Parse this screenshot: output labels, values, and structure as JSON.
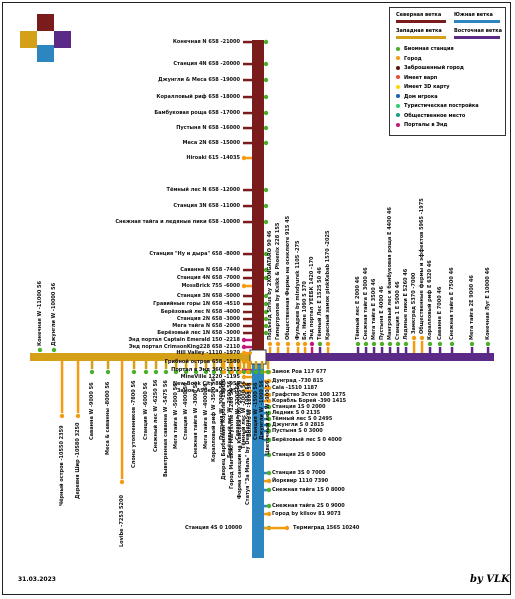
{
  "colors": {
    "north": "#7b1c1c",
    "south": "#2e86c1",
    "west": "#d4a017",
    "east": "#5b2a86",
    "station": "#4caf2a",
    "city": "#f39c12",
    "abandoned": "#5a1a0a",
    "warp": "#e74c3c",
    "d3map": "#ffd700",
    "player_home": "#1a5fb4",
    "tourist": "#2ecc71",
    "public": "#16a085",
    "end_portal": "#c2187a"
  },
  "legend": {
    "north": "Северная ветка",
    "south": "Южная ветка",
    "west": "Западная ветка",
    "east": "Восточная ветка",
    "items": [
      {
        "label": "Биомная станция",
        "color": "#4caf2a",
        "icon": "station-dot"
      },
      {
        "label": "Город",
        "color": "#f39c12",
        "icon": "city-dot"
      },
      {
        "label": "Заброшенный город",
        "color": "#5a1a0a",
        "icon": "abandoned-city-dot"
      },
      {
        "label": "Имеет варп",
        "color": "#e74c3c",
        "icon": "warp-dot"
      },
      {
        "label": "Имеет 3D карту",
        "color": "#ffd700",
        "icon": "map3d-dot"
      },
      {
        "label": "Дом игрока",
        "color": "#1a5fb4",
        "icon": "player-home-dot"
      },
      {
        "label": "Туристическая постройка",
        "color": "#2ecc71",
        "icon": "tourist-dot"
      },
      {
        "label": "Общественное место",
        "color": "#16a085",
        "icon": "public-place-dot"
      },
      {
        "label": "Порталы в Энд",
        "color": "#c2187a",
        "icon": "end-portal-dot"
      }
    ]
  },
  "north_stations": [
    "Конечная N 658 -21000",
    "Станция 4N 658 -20000",
    "Джунгли & Меса 658 -19000",
    "Коралловый риф 658 -18000",
    "Бамбуковая роща 658 -17000",
    "Пустыня N 658 -16000",
    "Меса 2N 658 -15000",
    "Hiroaki 615 -14035",
    "Тёмный лес N 658 -12000",
    "Станция 3N 658 -11000",
    "Снежная тайга и ледяные пики 658 -10000",
    "Станция \"Ну и дыра\" 658 -8000",
    "Саванна N 658 -7440",
    "Станция 4N 658 -7000",
    "MossBrick 755 -6000",
    "Станция 3N 658 -5000",
    "Гравийные горы 1N 658 -4510",
    "Берёзовый лес N 658 -4000",
    "Станция 2N 658 -3000",
    "Мега тайга N 658 -2000",
    "Берёзовый лес 1N 658 -3000",
    "Энд портал Captain Emerald 150 -2218",
    "Энд портал CrimsonKing228 658 -2110",
    "Hill Valley -1110 -1970",
    "Грибной остров 658 -1580",
    "Портал в Энд 360 -1315",
    "MineVille 1220 -1195",
    "New Book City 890 -950",
    "Замок ASBer'a -0 -255"
  ],
  "south_stations": [
    "Замок Роа 117 677",
    "Дунград -730 815",
    "Cala -1510 1187",
    "Графство Эстон 100 1275",
    "Корабль Борей -390 1415",
    "Станция 1S 0 2000",
    "Ледник S 0 2135",
    "Тёмный лес S 0 2495",
    "Джунгли S 0 2815",
    "Пустыня S 0 3000",
    "Берёзовый лес S 0 4000",
    "Станция 2S 0 5000",
    "Станция 3S 0 7000",
    "Йорквир 1110 7390",
    "Снежная тайга 1S 0 8000",
    "Снежная тайга 2S 0 9000",
    "Город by kilsov 81 9073",
    "Станция 4S 0 10000",
    "Термиград 1565 10240"
  ],
  "west_stations": [
    "Конечная W -11000 56",
    "Джунгли W -10000 56",
    "Чёрный остров -10550 2359",
    "Деревня Шир -10580 3250",
    "Саванна W -9000 56",
    "Меса & саванны -8000 56",
    "Lovibe -7253 5200",
    "Слоны утопленников -7800 56",
    "Станция W -6000 56",
    "Снежный лес W -6250 56",
    "Выветренная саванна W -5475 56",
    "Мега тайга W -5000 56",
    "Станция W -4000 56",
    "Снежная тайга W -3000 56",
    "Мега тайга W -4000 56",
    "Коралловый риф W -3500 56",
    "Пустыня W -3000 56",
    "Берёзовый лес W -2500 56",
    "Саванна W -2200 56",
    "Тёмный лес W -2000 56",
    "Болото W -1800 56",
    "Станция W -1500 56",
    "Джунгли W -1000 56",
    "Цветочный лес W -900 56",
    "Дворец Барбилайн Король -1960 6",
    "Город Marukiki Marysville -1280 56",
    "Форма санкции на Кейсеки 700 -2085 56",
    "Статуя \"За Маль\" by DenBanaSya -1055 56"
  ],
  "east_stations": [
    "Подъезд Sirius by 2XONGATARO 90 46",
    "Гипертропов by Ksikk & Phoenix 228 155",
    "Общественная Фермы на оснклюте 915 45",
    "Фульдрев by mindyurek 1105 -275",
    "Бл. Ниле 1090 5 370",
    "Энд портал УЕЕБК 1420 -170",
    "Тёмный Лес E 1525 50 46",
    "Красный замок pinkKebab 1570 -2025",
    "Тёмный лес E 2000 46",
    "Снежная тайга E 3000 46",
    "Мега тайга E 3500 46",
    "Пустыня E 4000 46",
    "Мангровый лес и бамбуковая роща E 4400 46",
    "Станция 1 E 5000 46",
    "Ледяные пики E 5260 46",
    "Замкград 5370 -7000",
    "Общественные фермы и эффектов 5965 -1975",
    "Коралловый риф E 6320 46",
    "Саванна E 7000 46",
    "Снежная тайга E 7500 46",
    "Мега тайга 2E 9000 46",
    "Конечная Луг E 10000 46"
  ],
  "footer": {
    "date": "31.03.2023",
    "signature": "by VLK"
  }
}
